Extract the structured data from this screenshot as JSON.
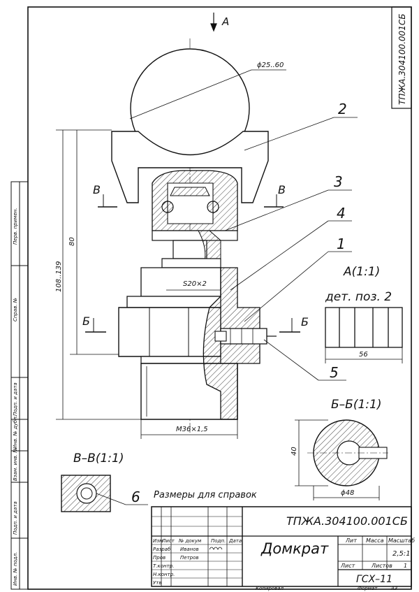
{
  "labels": {
    "view_a": "A",
    "section_v": "В",
    "section_b": "Б",
    "view_a_title": "A(1:1)",
    "view_a_subtitle": "дет. поз. 2",
    "section_b_title": "Б–Б(1:1)",
    "section_v_title": "В–В(1:1)",
    "note": "Размеры для справок"
  },
  "callouts": {
    "1": "1",
    "2": "2",
    "3": "3",
    "4": "4",
    "5": "5",
    "6": "6"
  },
  "dimensions": {
    "ball": "ϕ25..60",
    "height_range": "108..139",
    "height_80": "80",
    "thread_s20": "S20×2",
    "thread_m36": "M36×1,5",
    "width_56": "56",
    "height_40": "40",
    "diameter_48": "ϕ48"
  },
  "strip": {
    "perv_primen": "Перв. примен.",
    "sprav": "Справ. №",
    "podp_data": "Подп. и дата",
    "inv_dubl": "Инв. № дубл.",
    "vzam_inv": "Взам. инв. №",
    "inv_podl": "Инв. № подл."
  },
  "title_block": {
    "code": "ТПЖА.304100.001СБ",
    "name": "Домкрат",
    "izm": "Изм",
    "list": "Лист",
    "n_dokum": "№ докум",
    "podp": "Подп.",
    "data": "Дата",
    "razrab": "Разраб",
    "developer": "Иванов",
    "prov": "Пров",
    "checker": "Петров",
    "t_kontr": "Т.контр.",
    "n_kontr": "Н.контр.",
    "utv": "Утв",
    "lit": "Лит",
    "massa": "Масса",
    "masshtab": "Масштаб",
    "scale": "2,5:1",
    "sheet": "Лист",
    "sheets": "Листов",
    "sheets_count": "1",
    "group": "ГСХ–11",
    "copied": "Копировал",
    "format_label": "Формат",
    "format": "А3"
  }
}
